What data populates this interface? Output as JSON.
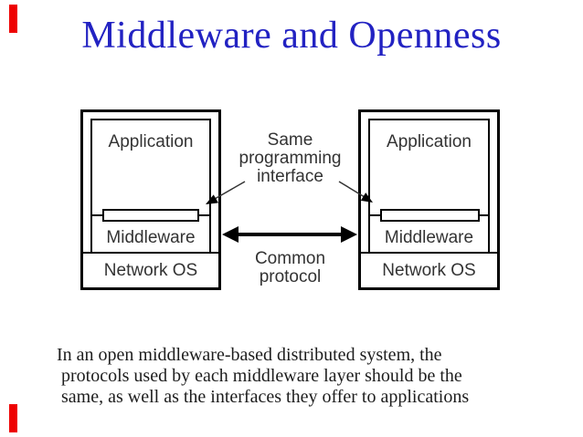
{
  "slide": {
    "title": "Middleware and Openness"
  },
  "colors": {
    "title_blue": "#2222c2",
    "accent_red": "#ee0000",
    "diagram_ink": "#000000",
    "label_gray": "#333333",
    "body_ink": "#1d1d1d"
  },
  "diagram": {
    "machines": [
      {
        "application": "Application",
        "middleware": "Middleware",
        "network_os": "Network OS"
      },
      {
        "application": "Application",
        "middleware": "Middleware",
        "network_os": "Network OS"
      }
    ],
    "interface_label": [
      "Same",
      "programming",
      "interface"
    ],
    "protocol_label": [
      "Common",
      "protocol"
    ]
  },
  "body": {
    "lines": [
      "In an open middleware-based distributed system, the",
      "protocols used by each middleware layer should be the",
      "same, as well as the interfaces they offer to applications"
    ]
  }
}
